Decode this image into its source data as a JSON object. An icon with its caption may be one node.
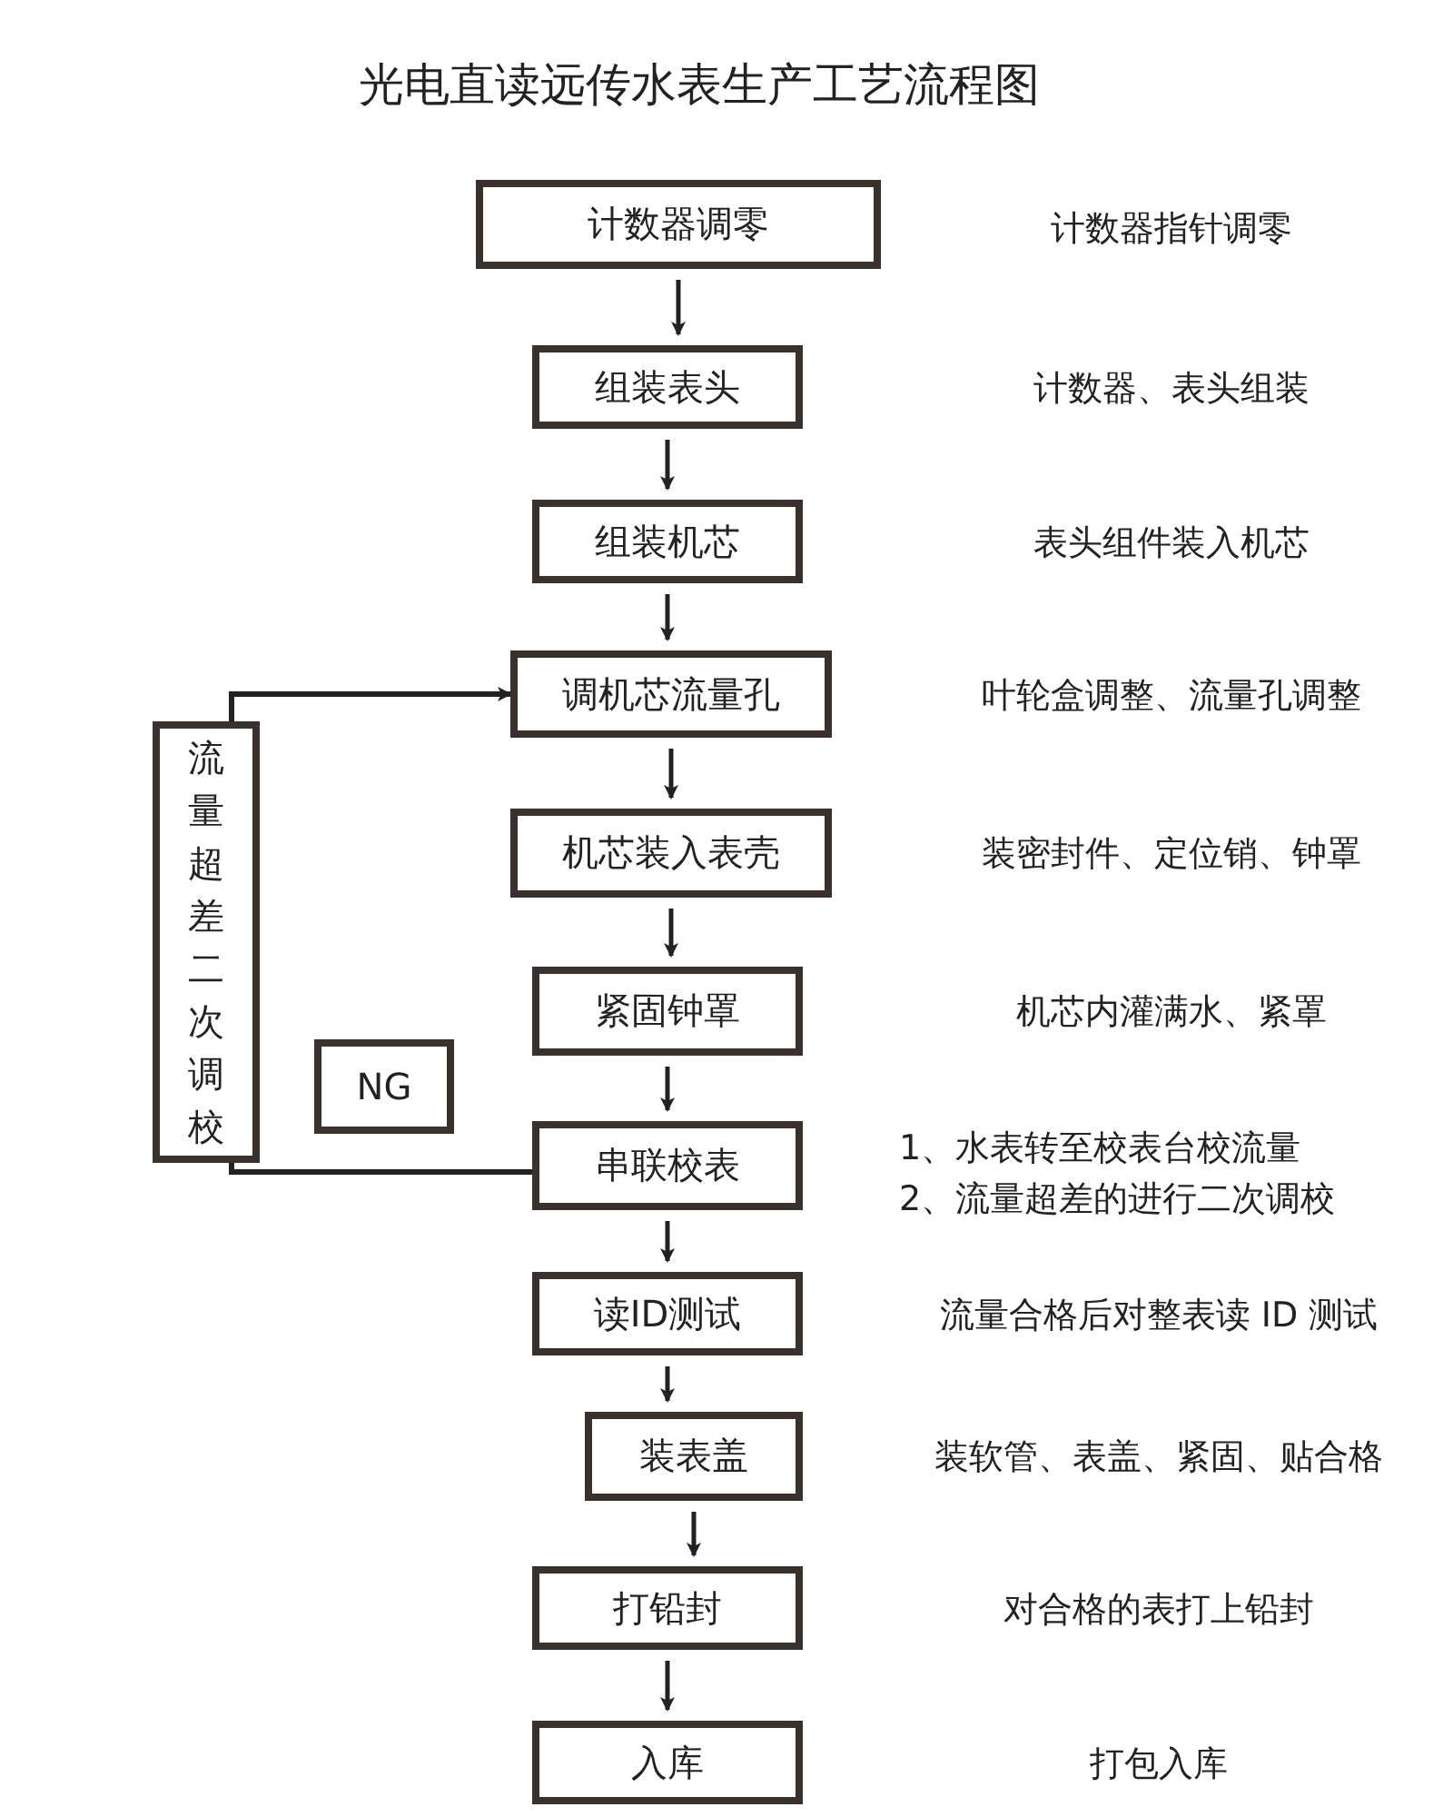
{
  "diagram": {
    "title": "光电直读远传水表生产工艺流程图",
    "nodes": [
      {
        "text": [
          "计数器调零"
        ]
      },
      {
        "text": [
          "组装表头"
        ]
      },
      {
        "text": [
          "组装机芯"
        ]
      },
      {
        "text": [
          "调机芯流量孔"
        ]
      },
      {
        "text": [
          "机芯装入表壳"
        ]
      },
      {
        "text": [
          "紧固钟罩"
        ]
      },
      {
        "text": [
          "串联校表"
        ]
      },
      {
        "text": [
          "读ID测试"
        ]
      },
      {
        "text": [
          "装表盖"
        ]
      },
      {
        "text": [
          "打铅封"
        ]
      },
      {
        "text": [
          "入库"
        ]
      },
      {
        "text": [
          "流量超差二次调校"
        ]
      },
      {
        "text": [
          "NG"
        ]
      }
    ],
    "edges": [
      {
        "from": 0,
        "to": 1,
        "arrow": "to"
      },
      {
        "from": 1,
        "to": 2,
        "arrow": "to"
      },
      {
        "from": 2,
        "to": 3,
        "arrow": "to"
      },
      {
        "from": 3,
        "to": 4,
        "arrow": "to"
      },
      {
        "from": 4,
        "to": 5,
        "arrow": "to"
      },
      {
        "from": 5,
        "to": 6,
        "arrow": "to"
      },
      {
        "from": 6,
        "to": 7,
        "arrow": "to"
      },
      {
        "from": 7,
        "to": 8,
        "arrow": "to"
      },
      {
        "from": 8,
        "to": 9,
        "arrow": "to"
      },
      {
        "from": 9,
        "to": 10,
        "arrow": "to"
      },
      {
        "from": 6,
        "to": 11,
        "arrow": "none"
      },
      {
        "from": 11,
        "to": 3,
        "arrow": "to"
      }
    ],
    "labels": [
      "计数器指针调零",
      "计数器、表头组装",
      "表头组件装入机芯",
      "叶轮盒调整、流量孔调整",
      "装密封件、定位销、钟罩",
      "机芯内灌满水、紧罩",
      "1、水表转至校表台校流量",
      "2、流量超差的进行二次调校",
      "流量合格后对整表读 ID 测试",
      "装软管、表盖、紧固、贴合格",
      "对合格的表打上铅封",
      "打包入库"
    ]
  }
}
